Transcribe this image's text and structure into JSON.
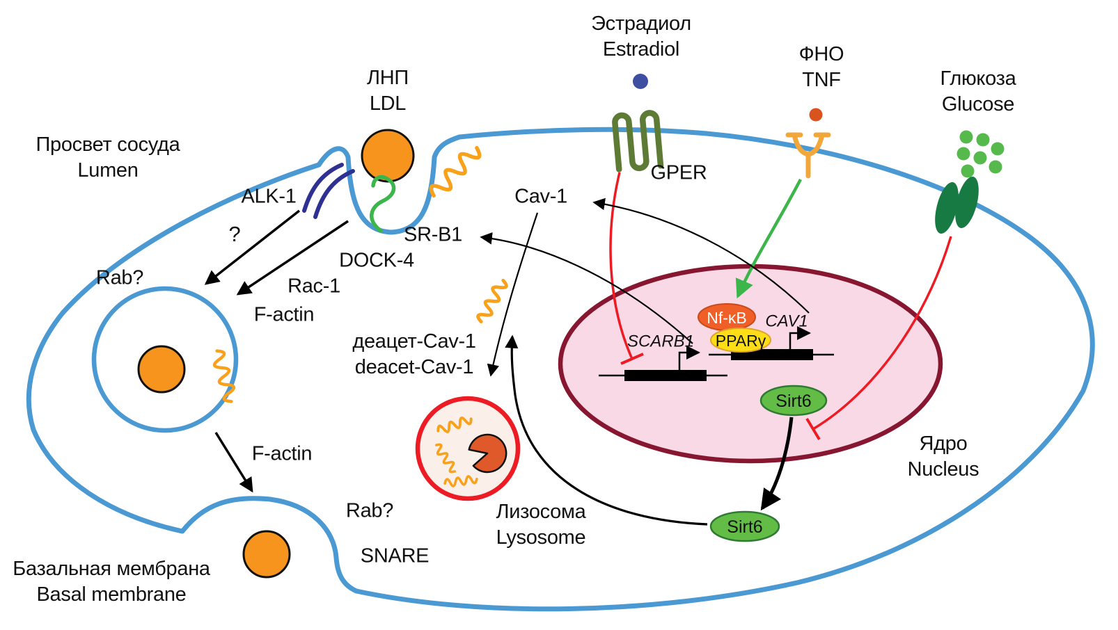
{
  "ligands": {
    "estradiol": {
      "ru": "Эстрадиол",
      "en": "Estradiol"
    },
    "tnf": {
      "ru": "ФНО",
      "en": "TNF"
    },
    "glucose": {
      "ru": "Глюкоза",
      "en": "Glucose"
    },
    "ldl": {
      "ru": "ЛНП",
      "en": "LDL"
    }
  },
  "regions": {
    "lumen": {
      "ru": "Просвет сосуда",
      "en": "Lumen"
    },
    "basal_membrane": {
      "ru": "Базальная мембрана",
      "en": "Basal membrane"
    },
    "nucleus": {
      "ru": "Ядро",
      "en": "Nucleus"
    },
    "lysosome": {
      "ru": "Лизосома",
      "en": "Lysosome"
    }
  },
  "molecules": {
    "alk1": "ALK-1",
    "question_mark": "?",
    "rab_upper": "Rab?",
    "dock4": "DOCK-4",
    "rac1": "Rac-1",
    "f_actin_upper": "F-actin",
    "sr_b1": "SR-B1",
    "cav1": "Cav-1",
    "gper": "GPER",
    "deacet_cav1": {
      "ru": "деацет-Cav-1",
      "en": "deacet-Cav-1"
    },
    "f_actin_lower": "F-actin",
    "rab_lower": "Rab?",
    "snare": "SNARE",
    "nfkb": "Nf-κB",
    "ppar_gamma": "PPARγ",
    "sirt6_nuclear": "Sirt6",
    "sirt6_cytoplasmic": "Sirt6"
  },
  "genes": {
    "scarb1": "SCARB1",
    "cav1": "CAV1"
  },
  "colors": {
    "membrane_blue": "#4A99D3",
    "ldl_orange": "#F7941E",
    "squiggle_orange": "#F9A11B",
    "activation_green": "#3CB54A",
    "inhibition_red": "#ED1C24",
    "gper_olive": "#5E7B36",
    "estradiol_dot_blue": "#3E4EA0",
    "tnf_receptor_yellow": "#F2A73B",
    "tnf_dot_orange": "#D9531E",
    "glucose_dot_green": "#55B94C",
    "transporter_dark_green": "#187A43",
    "nucleus_fill_pink": "#F9D9E6",
    "nucleus_border_maroon": "#871731",
    "nfkb_orange": "#F15F28",
    "ppar_yellow": "#FFDE17",
    "sirt6_green": "#63BC46",
    "lysosome_red": "#ED1C24",
    "alk1_dark_blue": "#2E3192"
  }
}
